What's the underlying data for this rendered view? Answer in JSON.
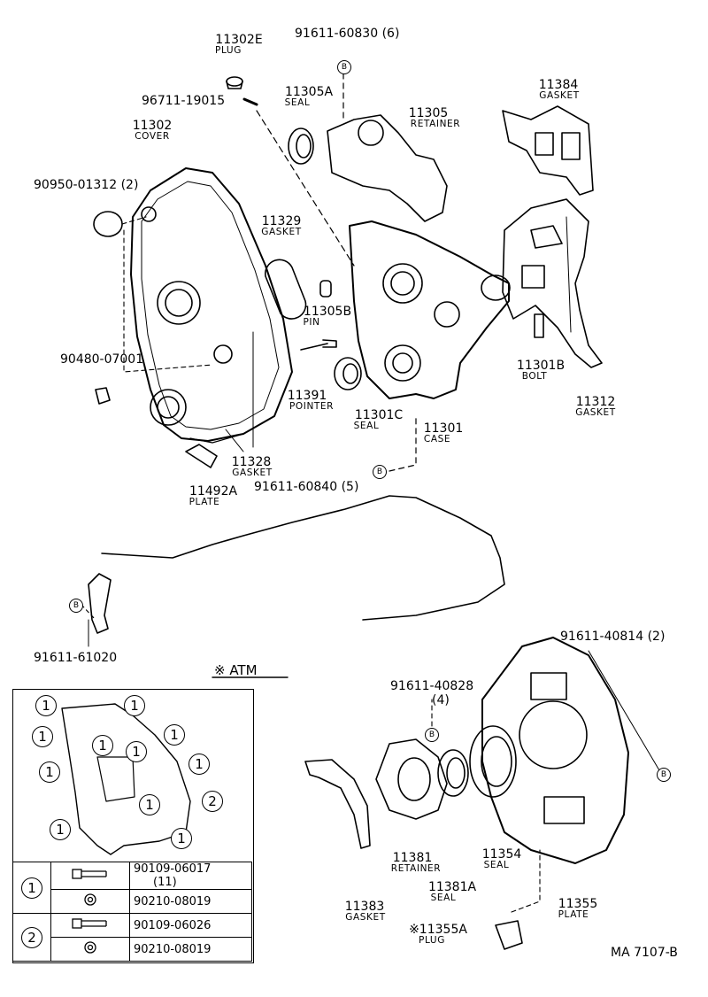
{
  "parts": {
    "p11302E": {
      "num": "11302E",
      "name": "PLUG"
    },
    "p91611_60830": {
      "num": "91611-60830 (6)"
    },
    "p96711": {
      "num": "96711-19015"
    },
    "p11305A": {
      "num": "11305A",
      "name": "SEAL"
    },
    "p11305": {
      "num": "11305",
      "name": "RETAINER"
    },
    "p11384": {
      "num": "11384",
      "name": "GASKET"
    },
    "p11302": {
      "num": "11302",
      "name": "COVER"
    },
    "p90950": {
      "num": "90950-01312 (2)"
    },
    "p11329": {
      "num": "11329",
      "name": "GASKET"
    },
    "p11305B": {
      "num": "11305B",
      "name": "PIN"
    },
    "p90480": {
      "num": "90480-07001"
    },
    "p11301B": {
      "num": "11301B",
      "name": "BOLT"
    },
    "p11312": {
      "num": "11312",
      "name": "GASKET"
    },
    "p11391": {
      "num": "11391",
      "name": "POINTER"
    },
    "p11301C": {
      "num": "11301C",
      "name": "SEAL"
    },
    "p11301": {
      "num": "11301",
      "name": "CASE"
    },
    "p11328": {
      "num": "11328",
      "name": "GASKET"
    },
    "p11492A": {
      "num": "11492A",
      "name": "PLATE"
    },
    "p91611_60840": {
      "num": "91611-60840 (5)"
    },
    "p91611_61020": {
      "num": "91611-61020"
    },
    "p91611_40814": {
      "num": "91611-40814 (2)"
    },
    "p91611_40828": {
      "num": "91611-40828",
      "qty": "(4)"
    },
    "p11381": {
      "num": "11381",
      "name": "RETAINER"
    },
    "p11354": {
      "num": "11354",
      "name": "SEAL"
    },
    "p11381A": {
      "num": "11381A",
      "name": "SEAL"
    },
    "p11355": {
      "num": "11355",
      "name": "PLATE"
    },
    "p11383": {
      "num": "11383",
      "name": "GASKET"
    },
    "p11355A": {
      "num": "※11355A",
      "name": "PLUG"
    }
  },
  "b_marker": "B",
  "atm_label": "※   ATM",
  "legend": {
    "mark1": "1",
    "mark2": "2",
    "rows": [
      {
        "key": "1",
        "part": "90109-06017",
        "qty": "(11)"
      },
      {
        "key": "",
        "part": "90210-08019"
      },
      {
        "key": "2",
        "part": "90109-06026"
      },
      {
        "key": "",
        "part": "90210-08019"
      }
    ]
  },
  "footer": "MA  7107-B"
}
